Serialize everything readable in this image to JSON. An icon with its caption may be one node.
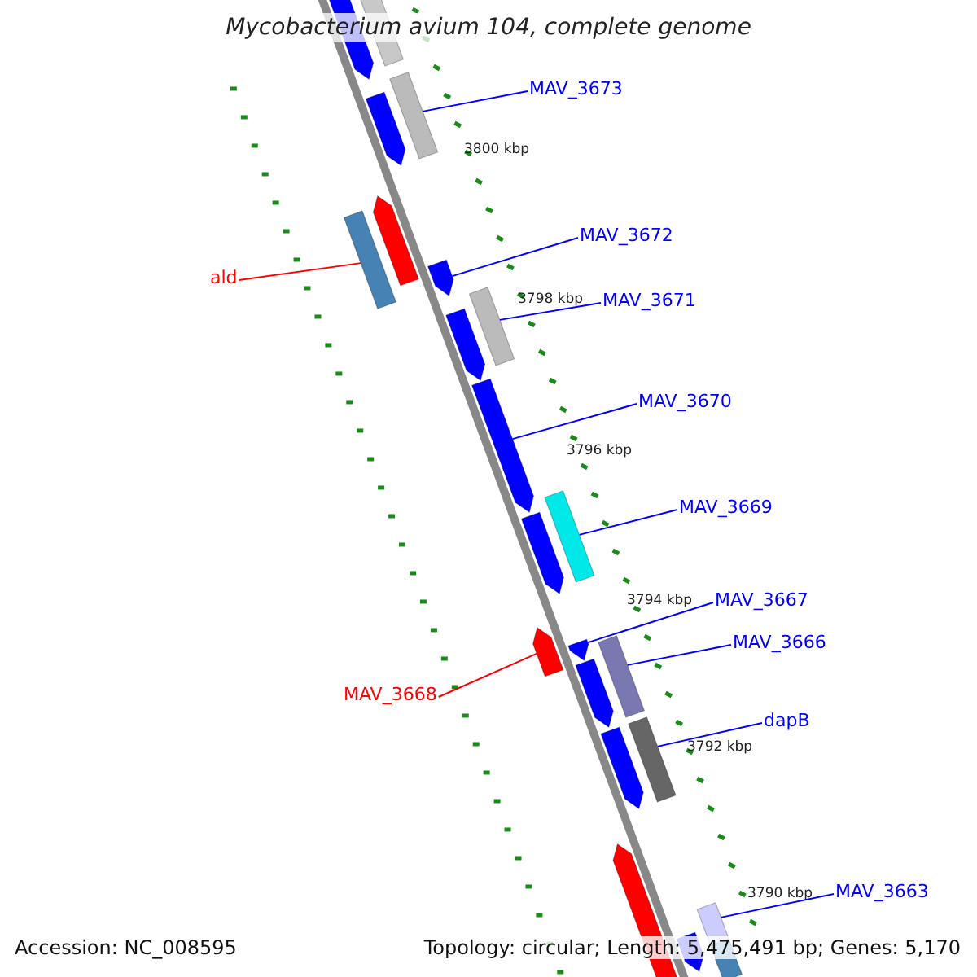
{
  "diagram": {
    "title": "Mycobacterium avium 104, complete genome",
    "nodes": [
      {
        "text": [
          "MAV_3673"
        ]
      },
      {
        "text": [],
        "shape": "box"
      },
      {
        "text": [
          "ald"
        ]
      },
      {
        "text": [],
        "shape": "box"
      },
      {
        "text": [
          "MAV_3672"
        ]
      },
      {
        "text": [],
        "shape": "arrow"
      },
      {
        "text": [
          "MAV_3671"
        ]
      },
      {
        "text": [],
        "shape": "box"
      },
      {
        "text": [
          "MAV_3670"
        ]
      },
      {
        "text": [],
        "shape": "arrow"
      },
      {
        "text": [
          "MAV_3669"
        ]
      },
      {
        "text": [],
        "shape": "box"
      },
      {
        "text": [
          "MAV_3667"
        ]
      },
      {
        "text": [],
        "shape": "arrow"
      },
      {
        "text": [
          "MAV_3666"
        ]
      },
      {
        "text": [],
        "shape": "box"
      },
      {
        "text": [
          "MAV_3668"
        ]
      },
      {
        "text": [],
        "shape": "arrow"
      },
      {
        "text": [
          "dapB"
        ]
      },
      {
        "text": [],
        "shape": "box"
      },
      {
        "text": [
          "MAV_3663"
        ]
      },
      {
        "text": [],
        "shape": "box"
      },
      {
        "text": [],
        "shape": "arrow"
      },
      {
        "text": [],
        "shape": "box"
      },
      {
        "text": [],
        "shape": "arrow"
      },
      {
        "text": [],
        "shape": "arrow"
      },
      {
        "text": [],
        "shape": "arrow"
      },
      {
        "text": [],
        "shape": "arrow"
      },
      {
        "text": [],
        "shape": "arrow"
      },
      {
        "text": [],
        "shape": "arrow"
      },
      {
        "text": [],
        "shape": "arrow"
      },
      {
        "text": [],
        "shape": "arrow"
      },
      {
        "text": [],
        "shape": "box"
      }
    ],
    "edges": [
      {
        "from": 0,
        "to": 1,
        "arrow": "none"
      },
      {
        "from": 2,
        "to": 3,
        "arrow": "none",
        "color": "#ff0000"
      },
      {
        "from": 4,
        "to": 5,
        "arrow": "none"
      },
      {
        "from": 6,
        "to": 7,
        "arrow": "none"
      },
      {
        "from": 8,
        "to": 9,
        "arrow": "none"
      },
      {
        "from": 10,
        "to": 11,
        "arrow": "none"
      },
      {
        "from": 12,
        "to": 13,
        "arrow": "none"
      },
      {
        "from": 14,
        "to": 15,
        "arrow": "none"
      },
      {
        "from": 16,
        "to": 17,
        "arrow": "none",
        "color": "#ff0000"
      },
      {
        "from": 18,
        "to": 19,
        "arrow": "none"
      },
      {
        "from": 20,
        "to": 21,
        "arrow": "none"
      }
    ],
    "labels": [
      "3800 kbp",
      "3798 kbp",
      "3796 kbp",
      "3794 kbp",
      "3792 kbp",
      "3790 kbp",
      "Accession: NC_008595",
      "Topology: circular; Length: 5,475,491 bp; Genes: 5,170"
    ]
  }
}
